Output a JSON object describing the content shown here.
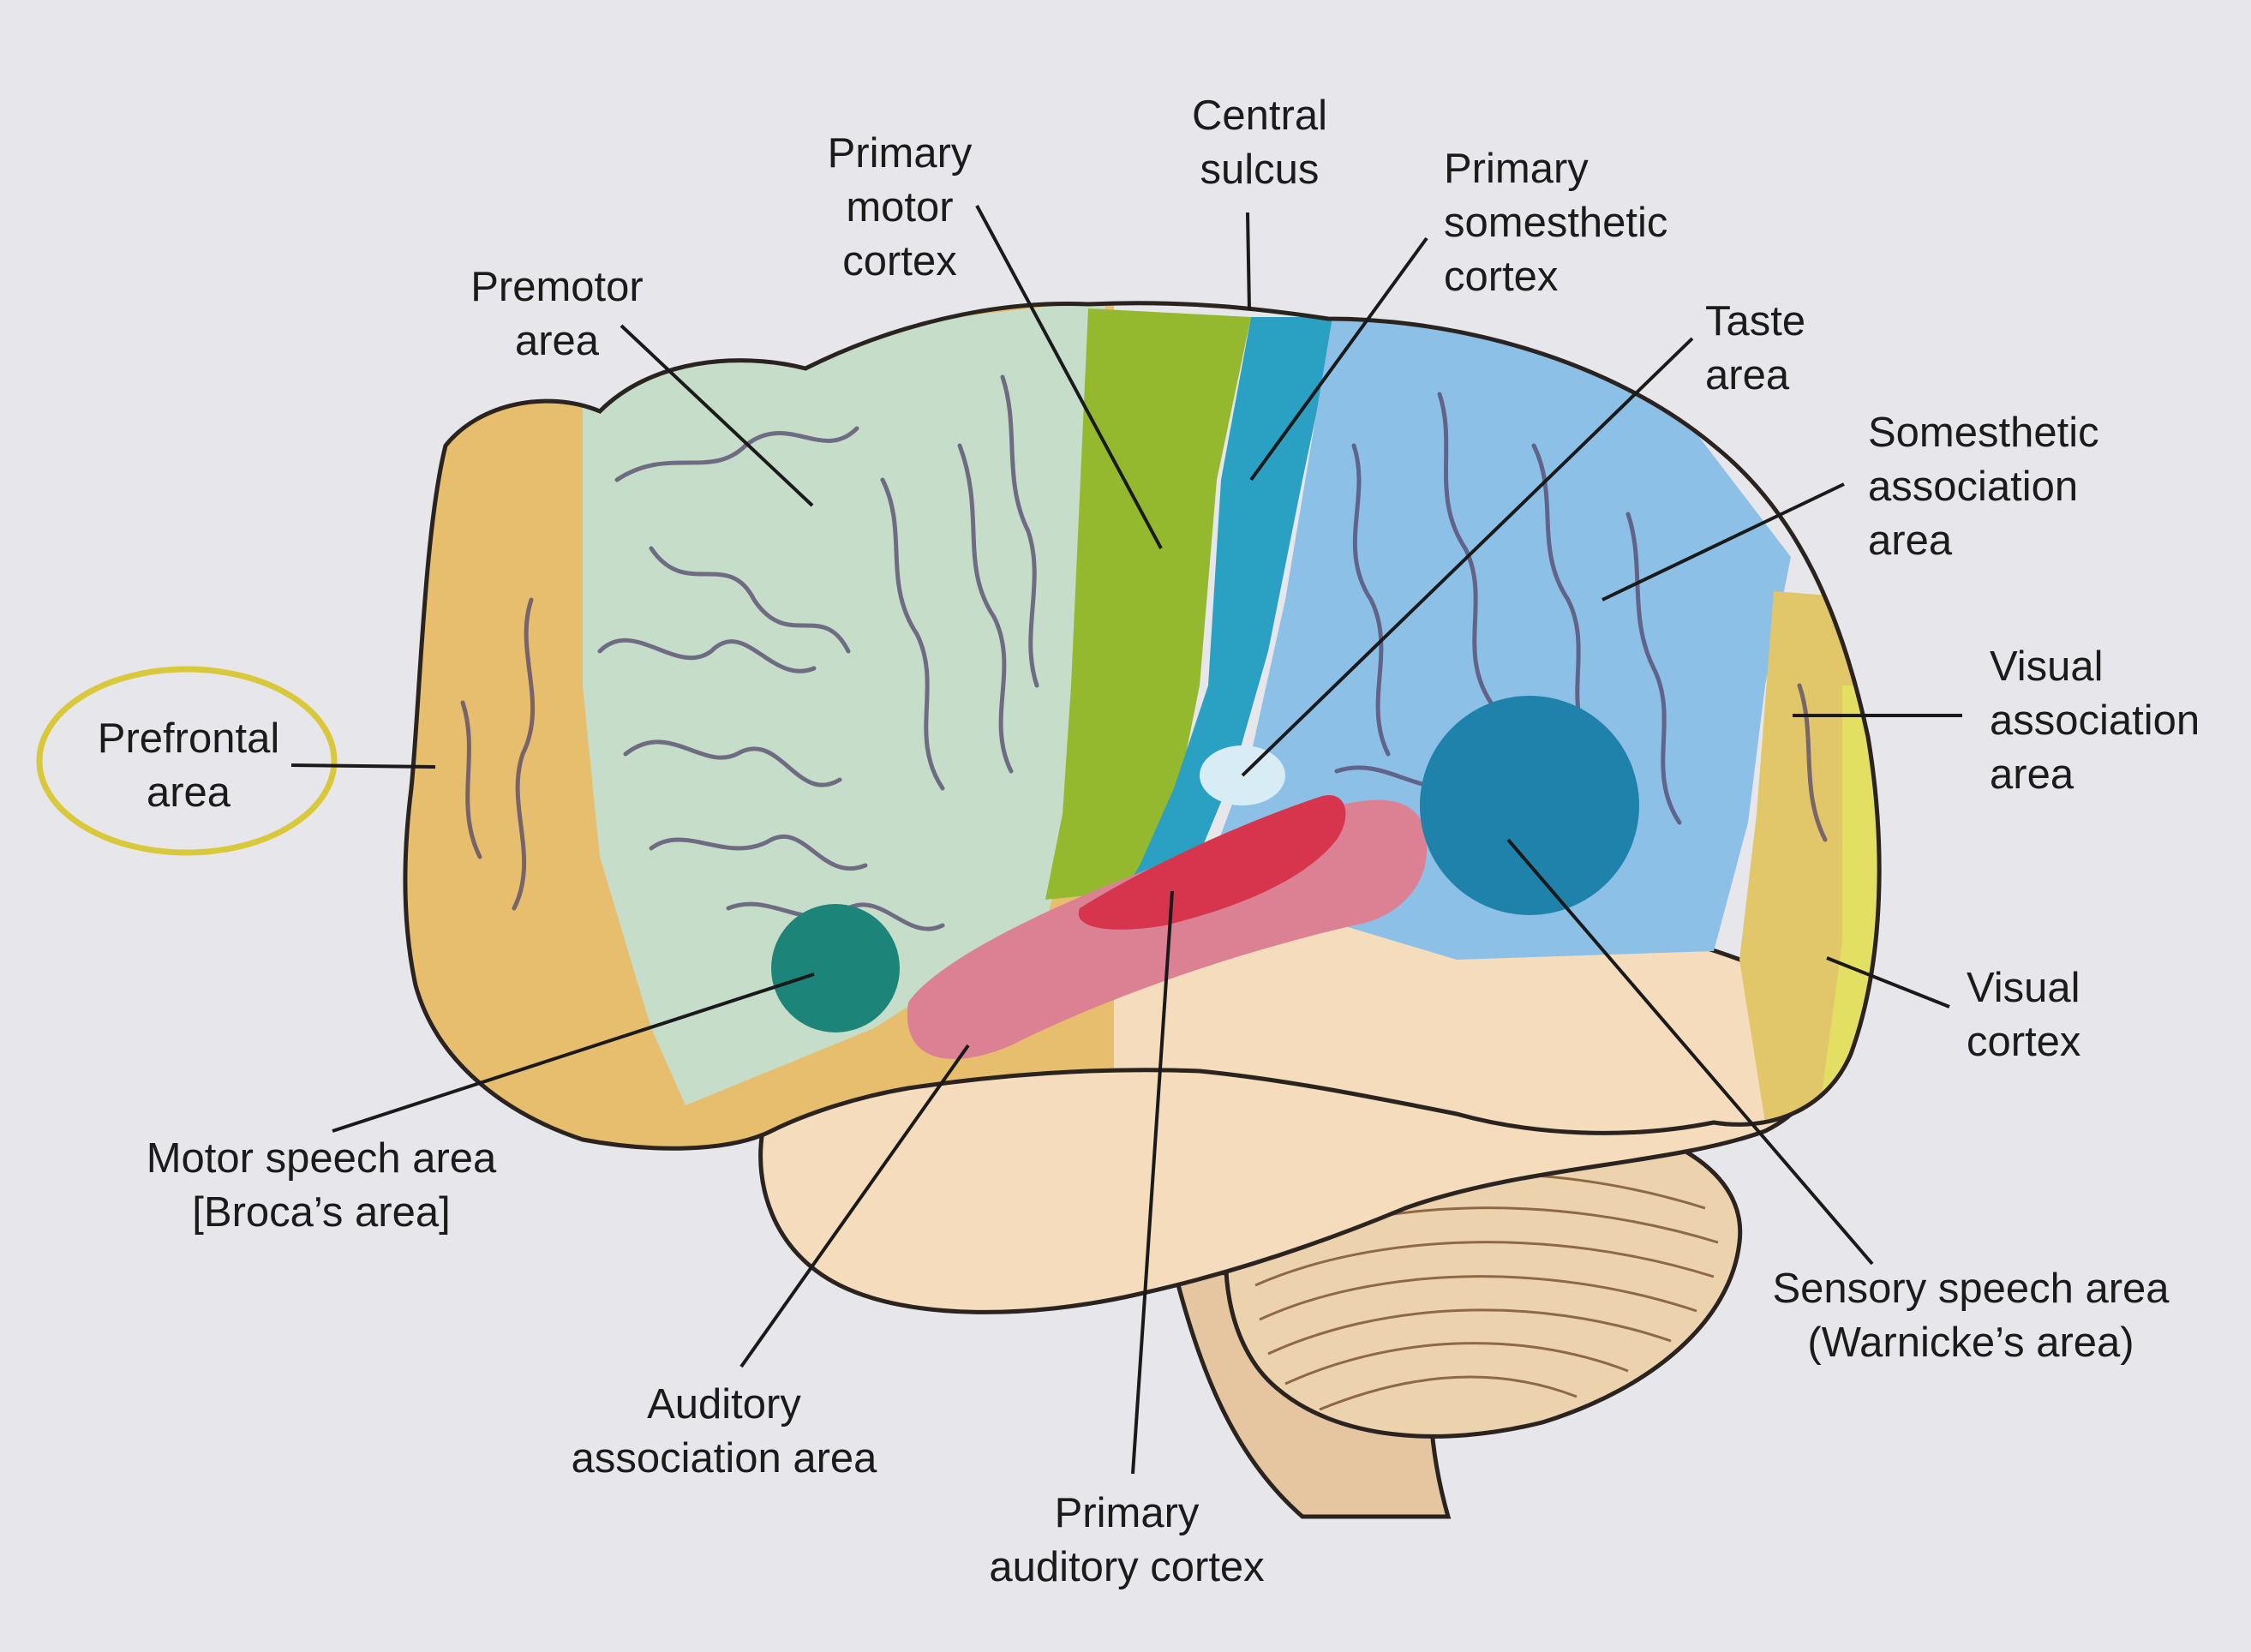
{
  "colors": {
    "prefrontal": "#e7be6d",
    "premotor": "#c6ddc9",
    "primary_motor": "#95b92e",
    "primary_somesthetic": "#2aa0c2",
    "somesthetic_association": "#8cc0e6",
    "visual_association": "#e1c66a",
    "visual_cortex": "#e3df62",
    "motor_speech": "#1d8479",
    "sensory_speech": "#1f82ab",
    "primary_auditory": "#d6354d",
    "auditory_association": "#dc8194",
    "temporal_lobe": "#f4dcbc",
    "cerebellum": "#ecd2ad",
    "highlight_ring": "#d9c93a"
  },
  "labels": {
    "prefrontal": [
      "Prefrontal",
      "area"
    ],
    "premotor": [
      "Premotor",
      "area"
    ],
    "primary_motor": [
      "Primary",
      "motor",
      "cortex"
    ],
    "central_sulcus": [
      "Central",
      "sulcus"
    ],
    "primary_somesthetic": [
      "Primary",
      "somesthetic",
      "cortex"
    ],
    "taste": [
      "Taste",
      "area"
    ],
    "somesthetic_association": [
      "Somesthetic",
      "association",
      "area"
    ],
    "visual_association": [
      "Visual",
      "association",
      "area"
    ],
    "visual_cortex": [
      "Visual",
      "cortex"
    ],
    "sensory_speech": [
      "Sensory speech area",
      "(Warnicke’s area)"
    ],
    "primary_auditory": [
      "Primary",
      "auditory cortex"
    ],
    "auditory_association": [
      "Auditory",
      "association area"
    ],
    "motor_speech": [
      "Motor speech area",
      "[Broca’s area]"
    ]
  }
}
